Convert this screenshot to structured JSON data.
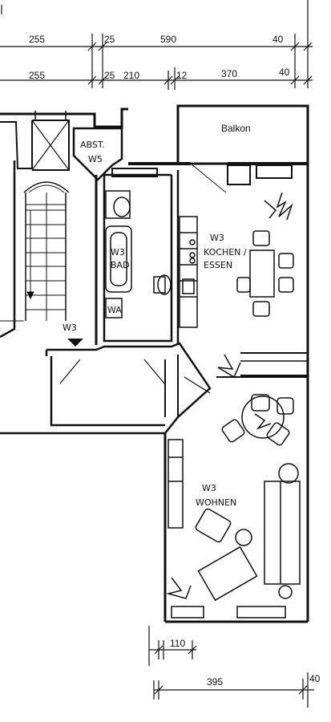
{
  "top_dims": {
    "row1": [
      "255",
      "25",
      "590",
      "40"
    ],
    "row2": [
      "255",
      "25",
      "210",
      "12",
      "370",
      "40"
    ]
  },
  "bottom_dims": {
    "row1": [
      "110"
    ],
    "row2": [
      "395",
      "40"
    ]
  },
  "rooms": {
    "balkon": "Balkon",
    "abst_line1": "ABST.",
    "abst_line2": "W5",
    "bad_line1": "W3",
    "bad_line2": "BAD",
    "wa": "WA",
    "kochen_line1": "W3",
    "kochen_line2": "KOCHEN /",
    "kochen_line3": "ESSEN",
    "wohnen_line1": "W3",
    "wohnen_line2": "WOHNEN",
    "entrance": "W3"
  }
}
